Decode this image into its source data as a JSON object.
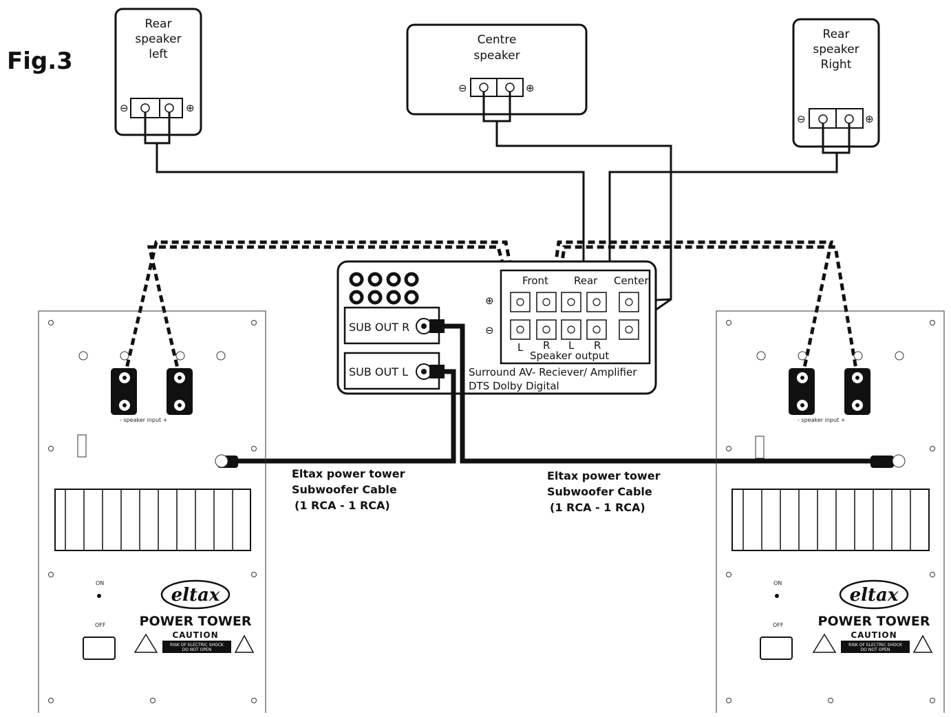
{
  "figure_label": "Fig.3",
  "speakers": {
    "rear_left": {
      "lines": [
        "Rear",
        "speaker",
        "left"
      ]
    },
    "centre": {
      "lines": [
        "Centre",
        "speaker"
      ]
    },
    "rear_right": {
      "lines": [
        "Rear",
        "speaker",
        "Right"
      ]
    }
  },
  "amplifier": {
    "sub_out_r": "SUB OUT R",
    "sub_out_l": "SUB OUT L",
    "groups": {
      "front": "Front",
      "rear": "Rear",
      "center": "Center"
    },
    "terminal_labels": {
      "front": "L",
      "front_r": "R",
      "rear_l": "L",
      "rear_r": "R"
    },
    "speaker_output": "Speaker output",
    "name_line1": "Surround AV- Reciever/ Amplifier",
    "name_line2": "DTS Dolby Digital"
  },
  "cables": {
    "left": [
      "Eltax power tower",
      "Subwoofer Cable",
      "(1 RCA - 1 RCA)"
    ],
    "right": [
      "Eltax power tower",
      "Subwoofer Cable",
      "(1 RCA - 1 RCA)"
    ]
  },
  "tower": {
    "brand": "eltax",
    "model": "POWER TOWER",
    "caution": "CAUTION",
    "warning_line1": "RISK OF ELECTRIC SHOCK",
    "warning_line2": "DO NOT OPEN",
    "speaker_input": "- speaker input +",
    "on": "ON",
    "off": "OFF"
  }
}
